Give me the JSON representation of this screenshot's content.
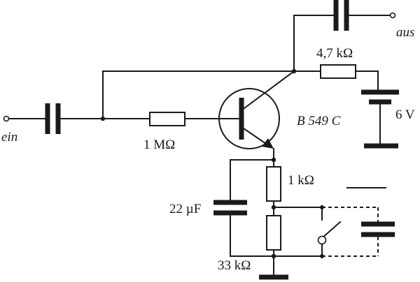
{
  "labels": {
    "input": "ein",
    "output": "aus",
    "r_collector": "4,7 kΩ",
    "r_base": "1 MΩ",
    "transistor": "B 549 C",
    "battery": "6 V",
    "r_emitter_top": "1 kΩ",
    "c_emitter": "22 µF",
    "r_emitter_bottom": "33 kΩ"
  }
}
